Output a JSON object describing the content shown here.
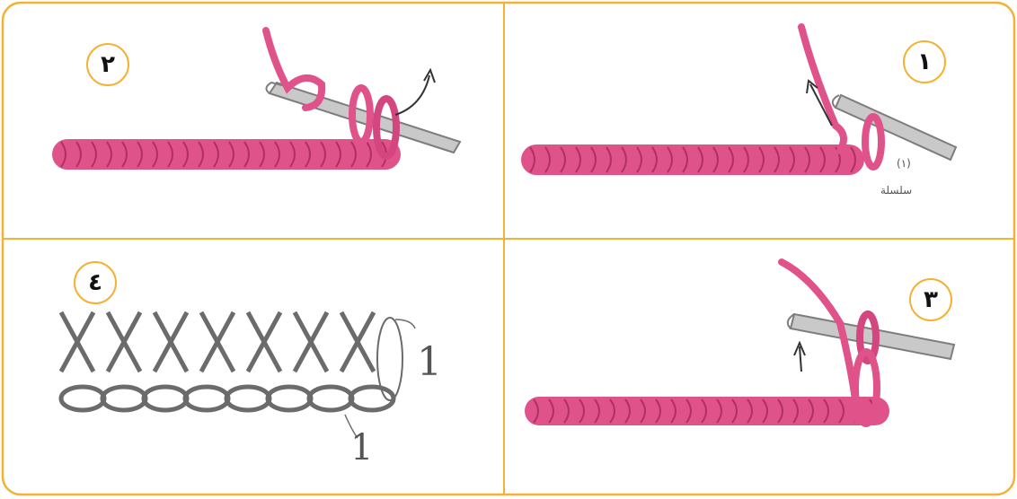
{
  "frame": {
    "border_color": "#f3b233",
    "divider_color": "#f3b233"
  },
  "panels": [
    {
      "step": "٢",
      "position": "top-left",
      "content": "chain-with-hook-yarn-over"
    },
    {
      "step": "١",
      "position": "top-right",
      "content": "chain-hook-inserted"
    },
    {
      "step": "٤",
      "position": "bottom-left",
      "content": "single-crochet-symbol-chart",
      "height_label": "1",
      "width_label": "1"
    },
    {
      "step": "٣",
      "position": "bottom-right",
      "content": "chain-hook-pulled-through"
    }
  ],
  "colors": {
    "yarn": "#e0528a",
    "yarn_dark": "#b2305f",
    "hook": "#c7c7c7",
    "hook_dark": "#7d7d7d",
    "chart_ink": "#6b6b6b"
  },
  "icons": [
    "arrow-icon",
    "yarn-chain",
    "crochet-hook"
  ]
}
